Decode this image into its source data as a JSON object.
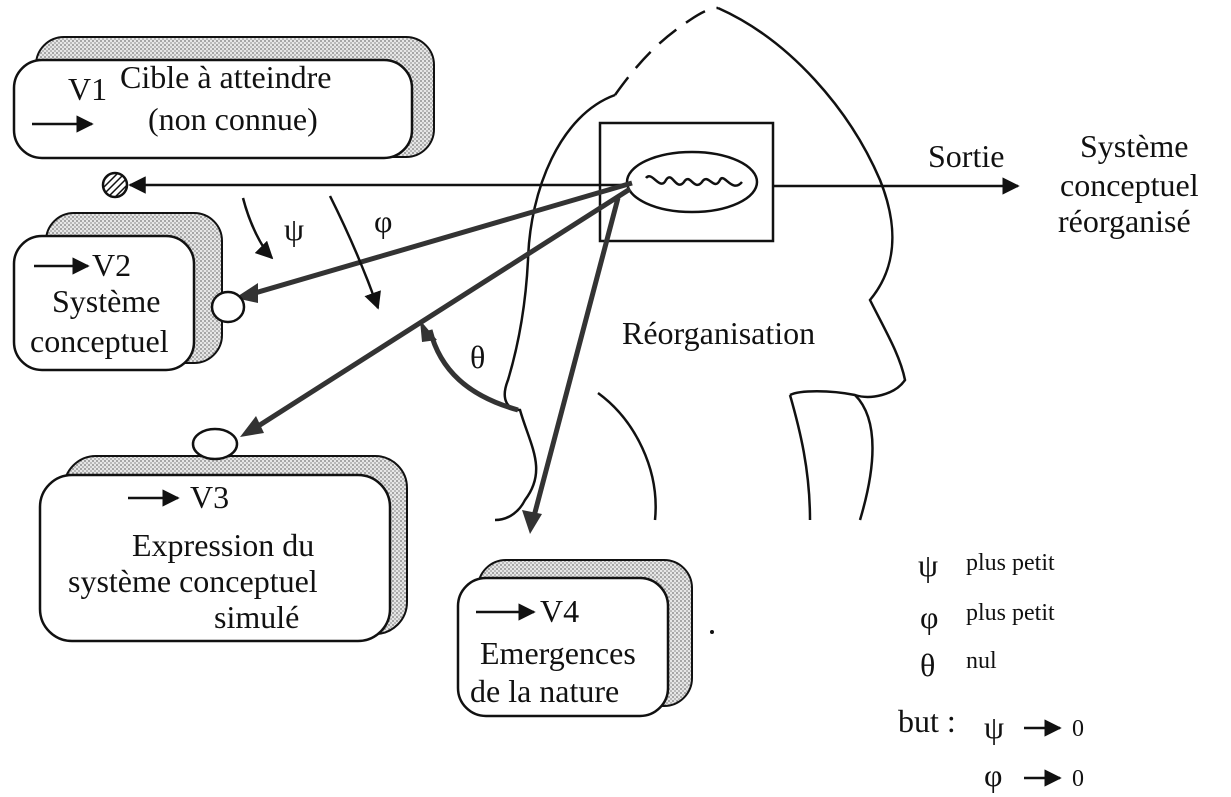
{
  "boxes": {
    "v1": {
      "tag": "V1",
      "line1": "Cible à atteindre",
      "line2": "(non connue)"
    },
    "v2": {
      "tag": "V2",
      "line1": "Système",
      "line2": "conceptuel"
    },
    "v3": {
      "tag": "V3",
      "line1": "Expression du",
      "line2": "système conceptuel",
      "line3": "simulé"
    },
    "v4": {
      "tag": "V4",
      "line1": "Emergences",
      "line2": "de la nature"
    }
  },
  "labels": {
    "psi": "ψ",
    "phi": "φ",
    "theta": "θ",
    "sortie": "Sortie",
    "reorganisation": "Réorganisation",
    "output_line1": "Système",
    "output_line2": "conceptuel",
    "output_line3": "réorganisé"
  },
  "legend": {
    "rows": [
      {
        "symbol": "ψ",
        "text": "plus petit"
      },
      {
        "symbol": "φ",
        "text": "plus petit"
      },
      {
        "symbol": "θ",
        "text": "nul"
      }
    ],
    "goal_label": "but :",
    "goals": [
      {
        "symbol": "ψ",
        "value": "0"
      },
      {
        "symbol": "φ",
        "value": "0"
      }
    ]
  }
}
